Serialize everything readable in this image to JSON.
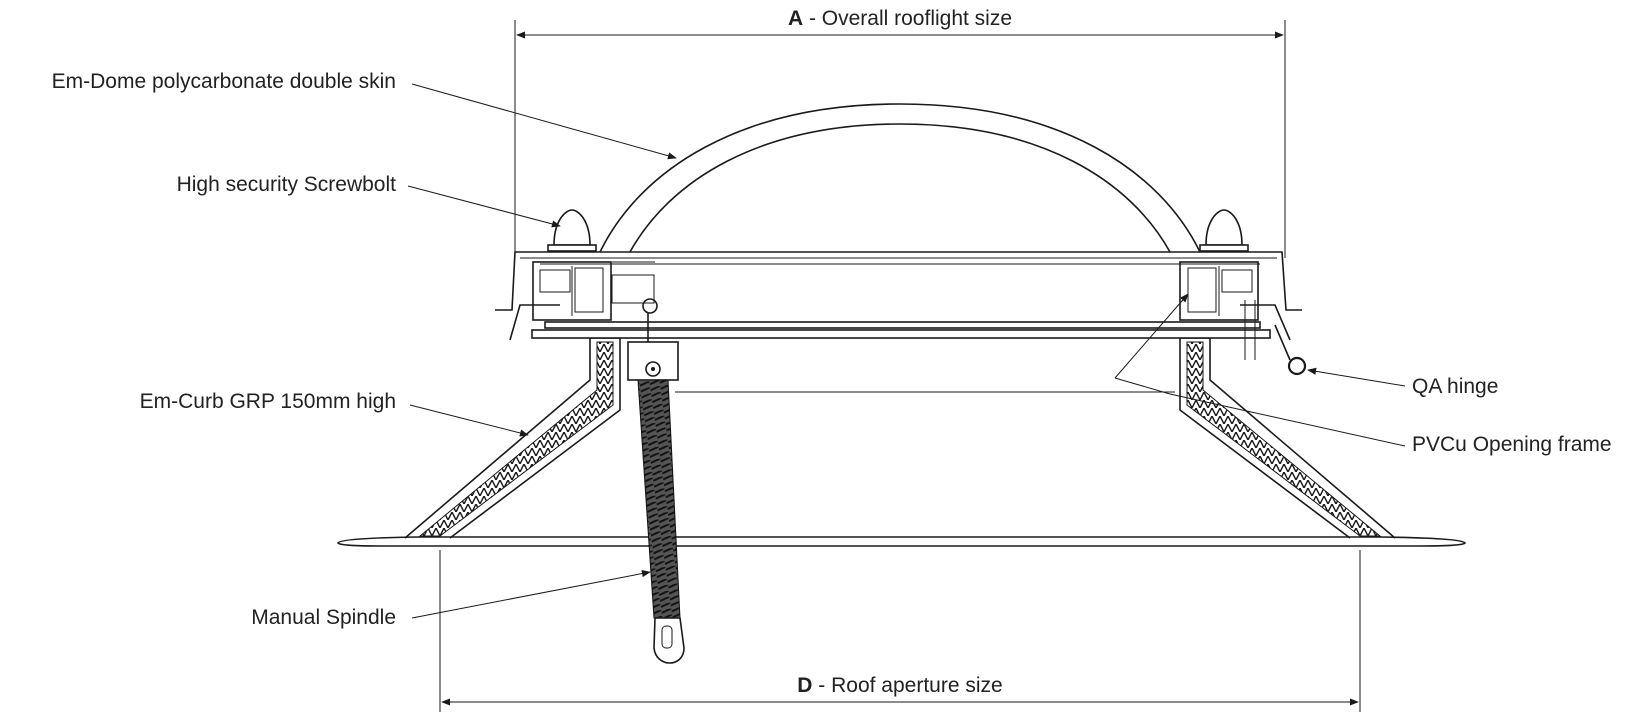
{
  "dimensions": {
    "overall": {
      "letter": "A",
      "text": " - Overall rooflight size"
    },
    "aperture": {
      "letter": "D",
      "text": " - Roof aperture size"
    }
  },
  "labels": {
    "dome": "Em-Dome polycarbonate double skin",
    "screwbolt": "High security Screwbolt",
    "curb": "Em-Curb GRP 150mm high",
    "spindle": "Manual Spindle",
    "hinge": "QA hinge",
    "opening_frame": "PVCu Opening frame"
  },
  "colors": {
    "line": "#1a1a1a",
    "text": "#222222",
    "hatch": "#333333"
  }
}
